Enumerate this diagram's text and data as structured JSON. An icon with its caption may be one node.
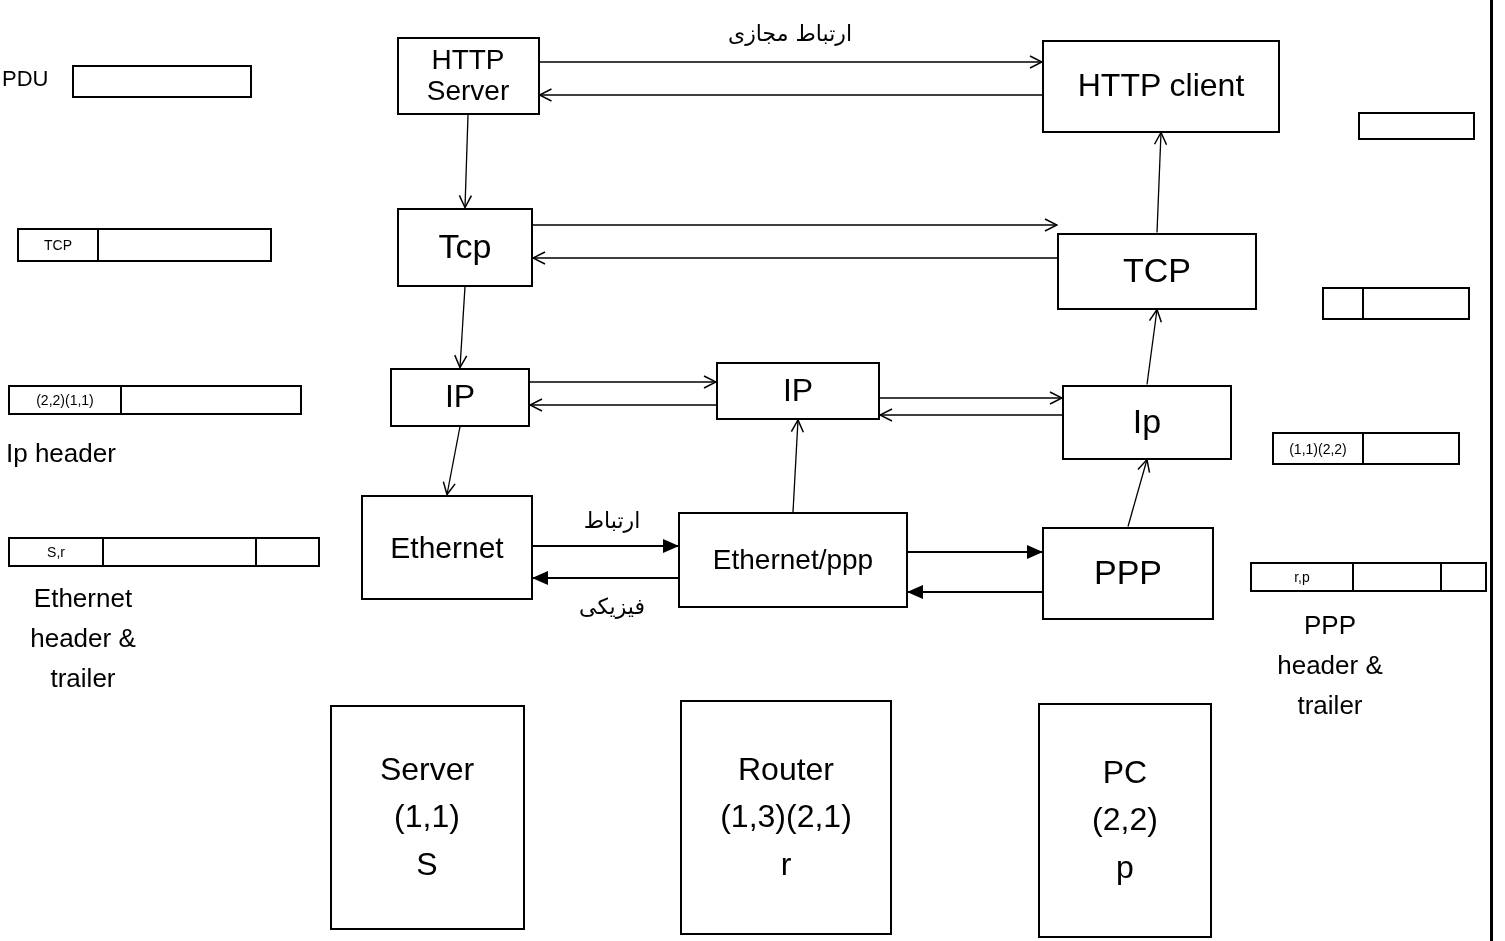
{
  "diagram": {
    "nodes": [
      {
        "text": [
          "HTTP Server"
        ]
      },
      {
        "text": [
          "HTTP client"
        ]
      },
      {
        "text": [
          "Tcp"
        ]
      },
      {
        "text": [
          "TCP"
        ]
      },
      {
        "text": [
          "IP"
        ]
      },
      {
        "text": [
          "IP"
        ]
      },
      {
        "text": [
          "Ip"
        ]
      },
      {
        "text": [
          "Ethernet"
        ]
      },
      {
        "text": [
          "Ethernet/ppp"
        ]
      },
      {
        "text": [
          "PPP"
        ]
      },
      {
        "text": [
          "Server",
          "(1,1)",
          "S"
        ]
      },
      {
        "text": [
          "Router",
          "(1,3)(2,1)",
          "r"
        ]
      },
      {
        "text": [
          "PC",
          "(2,2)",
          "p"
        ]
      }
    ],
    "edges": [
      {
        "from": 0,
        "to": 1,
        "arrow": "to",
        "label": "ارتباط مجازی"
      },
      {
        "from": 1,
        "to": 0,
        "arrow": "to"
      },
      {
        "from": 2,
        "to": 3,
        "arrow": "to"
      },
      {
        "from": 3,
        "to": 2,
        "arrow": "to"
      },
      {
        "from": 4,
        "to": 5,
        "arrow": "to"
      },
      {
        "from": 5,
        "to": 4,
        "arrow": "to"
      },
      {
        "from": 5,
        "to": 6,
        "arrow": "to"
      },
      {
        "from": 6,
        "to": 5,
        "arrow": "to"
      },
      {
        "from": 7,
        "to": 8,
        "arrow": "to",
        "label": "ارتباط"
      },
      {
        "from": 8,
        "to": 7,
        "arrow": "to",
        "label": "فیزیکی"
      },
      {
        "from": 8,
        "to": 9,
        "arrow": "to"
      },
      {
        "from": 9,
        "to": 8,
        "arrow": "to"
      },
      {
        "from": 0,
        "to": 2,
        "arrow": "to"
      },
      {
        "from": 2,
        "to": 4,
        "arrow": "to"
      },
      {
        "from": 4,
        "to": 7,
        "arrow": "to"
      },
      {
        "from": 8,
        "to": 5,
        "arrow": "to"
      },
      {
        "from": 9,
        "to": 6,
        "arrow": "to"
      },
      {
        "from": 6,
        "to": 3,
        "arrow": "to"
      },
      {
        "from": 3,
        "to": 1,
        "arrow": "to"
      }
    ],
    "labels": [
      "PDU",
      "TCP",
      "(2,2)(1,1)",
      "Ip header",
      "S,r",
      "Ethernet header & trailer",
      "(1,1)(2,2)",
      "r,p",
      "PPP header & trailer"
    ]
  }
}
